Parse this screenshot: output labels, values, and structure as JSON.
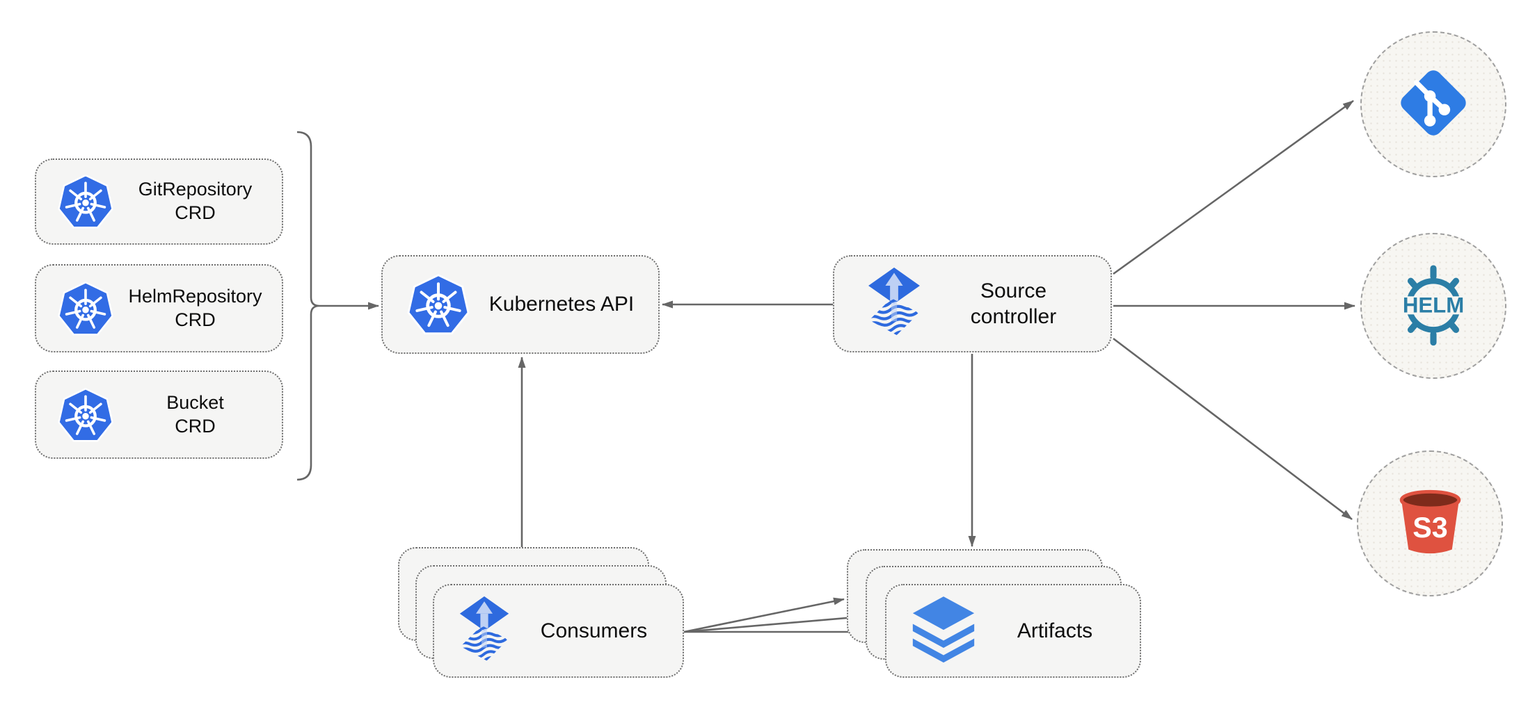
{
  "nodes": {
    "git_repository_crd": {
      "line1": "GitRepository",
      "line2": "CRD",
      "icon": "kubernetes-icon"
    },
    "helm_repository_crd": {
      "line1": "HelmRepository",
      "line2": "CRD",
      "icon": "kubernetes-icon"
    },
    "bucket_crd": {
      "line1": "Bucket",
      "line2": "CRD",
      "icon": "kubernetes-icon"
    },
    "kubernetes_api": {
      "label": "Kubernetes API",
      "icon": "kubernetes-icon"
    },
    "source_controller": {
      "line1": "Source",
      "line2": "controller",
      "icon": "flux-icon"
    },
    "consumers": {
      "label": "Consumers",
      "icon": "flux-icon",
      "stacked": 3
    },
    "artifacts": {
      "label": "Artifacts",
      "icon": "layers-icon",
      "stacked": 3
    },
    "git_source": {
      "icon": "git-icon"
    },
    "helm_source": {
      "icon": "helm-icon",
      "text": "HELM"
    },
    "s3_source": {
      "icon": "s3-bucket-icon",
      "text": "S3"
    }
  },
  "edges": [
    {
      "from": "crd-group",
      "to": "kubernetes-api"
    },
    {
      "from": "source-controller",
      "to": "kubernetes-api"
    },
    {
      "from": "consumers",
      "to": "kubernetes-api"
    },
    {
      "from": "source-controller",
      "to": "artifacts"
    },
    {
      "from": "source-controller",
      "to": "git-source"
    },
    {
      "from": "source-controller",
      "to": "helm-source"
    },
    {
      "from": "source-controller",
      "to": "s3-source"
    },
    {
      "from": "consumers",
      "to": "artifacts"
    },
    {
      "from": "consumers",
      "to": "artifacts"
    },
    {
      "from": "consumers",
      "to": "artifacts"
    }
  ],
  "colors": {
    "kubernetes_blue": "#326CE5",
    "flux_blue": "#2e6ade",
    "flux_arrow_light": "#bed0f4",
    "git_blue": "#2e7ce4",
    "helm_teal": "#2b7ea6",
    "s3_red": "#df5240",
    "s3_rim_dark": "#7e2b1b",
    "layers_blue": "#4285e4",
    "node_fill": "#f5f5f4",
    "edge_gray": "#666666"
  }
}
